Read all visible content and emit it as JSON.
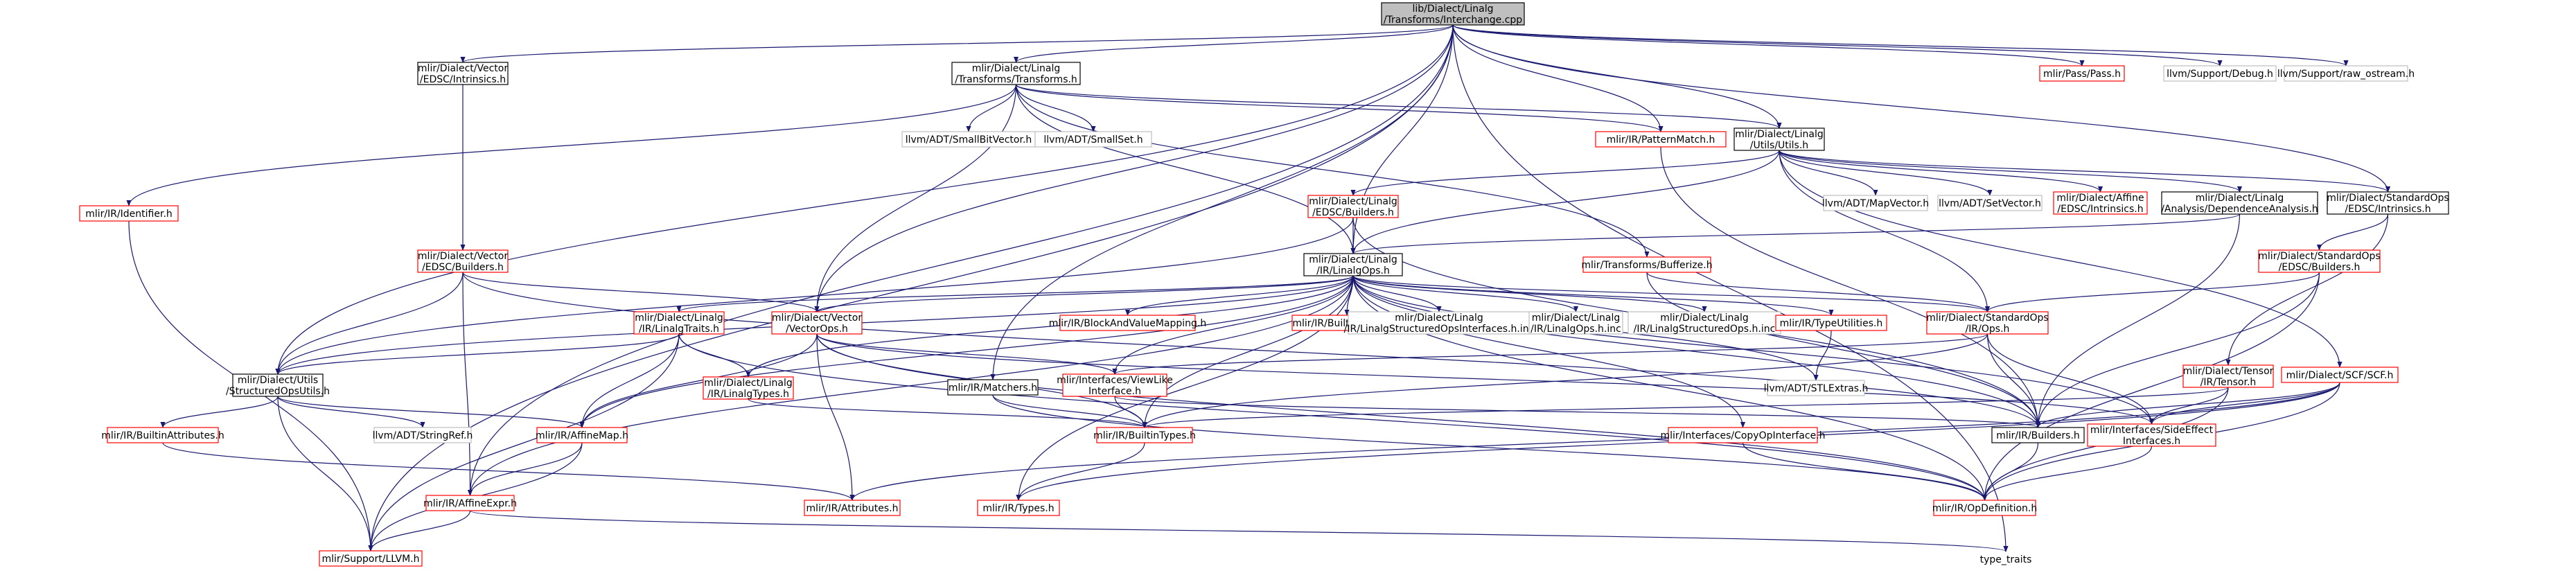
{
  "colors": {
    "edge": "#191970",
    "root_fill": "#bfbfbf",
    "border_black": "#000000",
    "border_red": "#ff0000",
    "border_grey": "#bfbfbf"
  },
  "nodes": [
    {
      "id": "root",
      "lines": [
        "lib/Dialect/Linalg",
        "/Transforms/Interchange.cpp"
      ],
      "style": "root"
    },
    {
      "id": "vec_edsc_intr",
      "lines": [
        "mlir/Dialect/Vector",
        "/EDSC/Intrinsics.h"
      ],
      "style": "black"
    },
    {
      "id": "transforms",
      "lines": [
        "mlir/Dialect/Linalg",
        "/Transforms/Transforms.h"
      ],
      "style": "black"
    },
    {
      "id": "pass",
      "lines": [
        "mlir/Pass/Pass.h"
      ],
      "style": "red"
    },
    {
      "id": "debug",
      "lines": [
        "llvm/Support/Debug.h"
      ],
      "style": "grey"
    },
    {
      "id": "raw_ostream",
      "lines": [
        "llvm/Support/raw_ostream.h"
      ],
      "style": "grey"
    },
    {
      "id": "patternmatch",
      "lines": [
        "mlir/IR/PatternMatch.h"
      ],
      "style": "red"
    },
    {
      "id": "smallbitvector",
      "lines": [
        "llvm/ADT/SmallBitVector.h"
      ],
      "style": "grey"
    },
    {
      "id": "smallset",
      "lines": [
        "llvm/ADT/SmallSet.h"
      ],
      "style": "grey"
    },
    {
      "id": "linalg_utils",
      "lines": [
        "mlir/Dialect/Linalg",
        "/Utils/Utils.h"
      ],
      "style": "black"
    },
    {
      "id": "identifier",
      "lines": [
        "mlir/IR/Identifier.h"
      ],
      "style": "red"
    },
    {
      "id": "vec_edsc_builders",
      "lines": [
        "mlir/Dialect/Vector",
        "/EDSC/Builders.h"
      ],
      "style": "red"
    },
    {
      "id": "linalg_edsc_builders",
      "lines": [
        "mlir/Dialect/Linalg",
        "/EDSC/Builders.h"
      ],
      "style": "red"
    },
    {
      "id": "mapvector",
      "lines": [
        "llvm/ADT/MapVector.h"
      ],
      "style": "grey"
    },
    {
      "id": "setvector",
      "lines": [
        "llvm/ADT/SetVector.h"
      ],
      "style": "grey"
    },
    {
      "id": "affine_edsc_intr",
      "lines": [
        "mlir/Dialect/Affine",
        "/EDSC/Intrinsics.h"
      ],
      "style": "red"
    },
    {
      "id": "dependence",
      "lines": [
        "mlir/Dialect/Linalg",
        "/Analysis/DependenceAnalysis.h"
      ],
      "style": "black"
    },
    {
      "id": "std_edsc_intr",
      "lines": [
        "mlir/Dialect/StandardOps",
        "/EDSC/Intrinsics.h"
      ],
      "style": "black"
    },
    {
      "id": "linalgops",
      "lines": [
        "mlir/Dialect/Linalg",
        "/IR/LinalgOps.h"
      ],
      "style": "black"
    },
    {
      "id": "bufferize",
      "lines": [
        "mlir/Transforms/Bufferize.h"
      ],
      "style": "red"
    },
    {
      "id": "std_edsc_builders",
      "lines": [
        "mlir/Dialect/StandardOps",
        "/EDSC/Builders.h"
      ],
      "style": "red"
    },
    {
      "id": "linalgtraits",
      "lines": [
        "mlir/Dialect/Linalg",
        "/IR/LinalgTraits.h"
      ],
      "style": "red"
    },
    {
      "id": "vectorops",
      "lines": [
        "mlir/Dialect/Vector",
        "/VectorOps.h"
      ],
      "style": "red"
    },
    {
      "id": "blockandvalue",
      "lines": [
        "mlir/IR/BlockAndValueMapping.h"
      ],
      "style": "red"
    },
    {
      "id": "builtindialect",
      "lines": [
        "mlir/IR/BuiltinDialect.h"
      ],
      "style": "red"
    },
    {
      "id": "structuredopsinterfaces",
      "lines": [
        "mlir/Dialect/Linalg",
        "/IR/LinalgStructuredOpsInterfaces.h.inc"
      ],
      "style": "grey"
    },
    {
      "id": "linalgops_inc",
      "lines": [
        "mlir/Dialect/Linalg",
        "/IR/LinalgOps.h.inc"
      ],
      "style": "grey"
    },
    {
      "id": "structuredops_inc",
      "lines": [
        "mlir/Dialect/Linalg",
        "/IR/LinalgStructuredOps.h.inc"
      ],
      "style": "grey"
    },
    {
      "id": "typeutilities",
      "lines": [
        "mlir/IR/TypeUtilities.h"
      ],
      "style": "red"
    },
    {
      "id": "std_ops",
      "lines": [
        "mlir/Dialect/StandardOps",
        "/IR/Ops.h"
      ],
      "style": "red"
    },
    {
      "id": "tensor",
      "lines": [
        "mlir/Dialect/Tensor",
        "/IR/Tensor.h"
      ],
      "style": "red"
    },
    {
      "id": "scf",
      "lines": [
        "mlir/Dialect/SCF/SCF.h"
      ],
      "style": "red"
    },
    {
      "id": "structuredopsutils",
      "lines": [
        "mlir/Dialect/Utils",
        "/StructuredOpsUtils.h"
      ],
      "style": "black"
    },
    {
      "id": "linalgtypes",
      "lines": [
        "mlir/Dialect/Linalg",
        "/IR/LinalgTypes.h"
      ],
      "style": "red"
    },
    {
      "id": "matchers",
      "lines": [
        "mlir/IR/Matchers.h"
      ],
      "style": "black"
    },
    {
      "id": "viewlike",
      "lines": [
        "mlir/Interfaces/ViewLike",
        "Interface.h"
      ],
      "style": "red"
    },
    {
      "id": "stlextras",
      "lines": [
        "llvm/ADT/STLExtras.h"
      ],
      "style": "grey"
    },
    {
      "id": "builtinattributes",
      "lines": [
        "mlir/IR/BuiltinAttributes.h"
      ],
      "style": "red"
    },
    {
      "id": "stringref",
      "lines": [
        "llvm/ADT/StringRef.h"
      ],
      "style": "grey"
    },
    {
      "id": "affinemap",
      "lines": [
        "mlir/IR/AffineMap.h"
      ],
      "style": "red"
    },
    {
      "id": "builtintypes",
      "lines": [
        "mlir/IR/BuiltinTypes.h"
      ],
      "style": "red"
    },
    {
      "id": "copyop",
      "lines": [
        "mlir/Interfaces/CopyOpInterface.h"
      ],
      "style": "red"
    },
    {
      "id": "builders",
      "lines": [
        "mlir/IR/Builders.h"
      ],
      "style": "black"
    },
    {
      "id": "sideeffect",
      "lines": [
        "mlir/Interfaces/SideEffect",
        "Interfaces.h"
      ],
      "style": "red"
    },
    {
      "id": "affineexpr",
      "lines": [
        "mlir/IR/AffineExpr.h"
      ],
      "style": "red"
    },
    {
      "id": "attributes",
      "lines": [
        "mlir/IR/Attributes.h"
      ],
      "style": "red"
    },
    {
      "id": "types",
      "lines": [
        "mlir/IR/Types.h"
      ],
      "style": "red"
    },
    {
      "id": "opdefinition",
      "lines": [
        "mlir/IR/OpDefinition.h"
      ],
      "style": "red"
    },
    {
      "id": "llvm_h",
      "lines": [
        "mlir/Support/LLVM.h"
      ],
      "style": "red"
    },
    {
      "id": "type_traits",
      "lines": [
        "type_traits"
      ],
      "style": "none"
    }
  ],
  "edges": [
    [
      "root",
      "vec_edsc_intr"
    ],
    [
      "root",
      "transforms"
    ],
    [
      "root",
      "pass"
    ],
    [
      "root",
      "debug"
    ],
    [
      "root",
      "raw_ostream"
    ],
    [
      "root",
      "patternmatch"
    ],
    [
      "root",
      "linalg_utils"
    ],
    [
      "root",
      "linalgops"
    ],
    [
      "root",
      "structuredopsutils"
    ],
    [
      "root",
      "matchers"
    ],
    [
      "root",
      "affineexpr"
    ],
    [
      "root",
      "llvm_h"
    ],
    [
      "root",
      "vectorops"
    ],
    [
      "root",
      "std_edsc_intr"
    ],
    [
      "root",
      "type_traits"
    ],
    [
      "vec_edsc_intr",
      "vec_edsc_builders"
    ],
    [
      "transforms",
      "smallbitvector"
    ],
    [
      "transforms",
      "smallset"
    ],
    [
      "transforms",
      "identifier"
    ],
    [
      "transforms",
      "linalg_utils"
    ],
    [
      "transforms",
      "patternmatch"
    ],
    [
      "transforms",
      "linalgops"
    ],
    [
      "transforms",
      "bufferize"
    ],
    [
      "transforms",
      "vectorops"
    ],
    [
      "linalg_utils",
      "linalg_edsc_builders"
    ],
    [
      "linalg_utils",
      "mapvector"
    ],
    [
      "linalg_utils",
      "setvector"
    ],
    [
      "linalg_utils",
      "affine_edsc_intr"
    ],
    [
      "linalg_utils",
      "dependence"
    ],
    [
      "linalg_utils",
      "std_edsc_intr"
    ],
    [
      "linalg_utils",
      "linalgops"
    ],
    [
      "linalg_utils",
      "scf"
    ],
    [
      "linalg_utils",
      "std_ops"
    ],
    [
      "patternmatch",
      "builders"
    ],
    [
      "identifier",
      "llvm_h"
    ],
    [
      "vec_edsc_builders",
      "structuredopsutils"
    ],
    [
      "vec_edsc_builders",
      "vectorops"
    ],
    [
      "vec_edsc_builders",
      "affineexpr"
    ],
    [
      "vec_edsc_builders",
      "builders"
    ],
    [
      "linalg_edsc_builders",
      "linalgops"
    ],
    [
      "linalg_edsc_builders",
      "structuredopsutils"
    ],
    [
      "linalg_edsc_builders",
      "builders"
    ],
    [
      "dependence",
      "linalgops"
    ],
    [
      "dependence",
      "builders"
    ],
    [
      "std_edsc_intr",
      "std_edsc_builders"
    ],
    [
      "std_edsc_intr",
      "tensor"
    ],
    [
      "std_edsc_builders",
      "std_ops"
    ],
    [
      "std_edsc_builders",
      "builders"
    ],
    [
      "std_edsc_builders",
      "opdefinition"
    ],
    [
      "bufferize",
      "std_ops"
    ],
    [
      "bufferize",
      "builders"
    ],
    [
      "linalgops",
      "linalgtraits"
    ],
    [
      "linalgops",
      "vectorops"
    ],
    [
      "linalgops",
      "blockandvalue"
    ],
    [
      "linalgops",
      "builtindialect"
    ],
    [
      "linalgops",
      "structuredopsinterfaces"
    ],
    [
      "linalgops",
      "linalgops_inc"
    ],
    [
      "linalgops",
      "structuredops_inc"
    ],
    [
      "linalgops",
      "typeutilities"
    ],
    [
      "linalgops",
      "std_ops"
    ],
    [
      "linalgops",
      "structuredopsutils"
    ],
    [
      "linalgops",
      "linalgtypes"
    ],
    [
      "linalgops",
      "viewlike"
    ],
    [
      "linalgops",
      "stlextras"
    ],
    [
      "linalgops",
      "affinemap"
    ],
    [
      "linalgops",
      "builtintypes"
    ],
    [
      "linalgops",
      "copyop"
    ],
    [
      "linalgops",
      "builders"
    ],
    [
      "linalgops",
      "affineexpr"
    ],
    [
      "linalgops",
      "opdefinition"
    ],
    [
      "linalgops",
      "types"
    ],
    [
      "linalgops",
      "sideeffect"
    ],
    [
      "linalgtraits",
      "structuredopsutils"
    ],
    [
      "linalgtraits",
      "linalgtypes"
    ],
    [
      "linalgtraits",
      "affinemap"
    ],
    [
      "linalgtraits",
      "opdefinition"
    ],
    [
      "linalgtraits",
      "llvm_h"
    ],
    [
      "vectorops",
      "affinemap"
    ],
    [
      "vectorops",
      "viewlike"
    ],
    [
      "vectorops",
      "builtintypes"
    ],
    [
      "vectorops",
      "attributes"
    ],
    [
      "vectorops",
      "opdefinition"
    ],
    [
      "vectorops",
      "sideeffect"
    ],
    [
      "typeutilities",
      "stlextras"
    ],
    [
      "std_ops",
      "viewlike"
    ],
    [
      "std_ops",
      "builtintypes"
    ],
    [
      "std_ops",
      "builders"
    ],
    [
      "std_ops",
      "sideeffect"
    ],
    [
      "tensor",
      "builtintypes"
    ],
    [
      "tensor",
      "sideeffect"
    ],
    [
      "tensor",
      "opdefinition"
    ],
    [
      "scf",
      "builders"
    ],
    [
      "scf",
      "sideeffect"
    ],
    [
      "scf",
      "opdefinition"
    ],
    [
      "scf",
      "attributes"
    ],
    [
      "scf",
      "types"
    ],
    [
      "structuredopsutils",
      "builtinattributes"
    ],
    [
      "structuredopsutils",
      "stringref"
    ],
    [
      "structuredopsutils",
      "affinemap"
    ],
    [
      "structuredopsutils",
      "llvm_h"
    ],
    [
      "linalgtypes",
      "builtintypes"
    ],
    [
      "matchers",
      "builtintypes"
    ],
    [
      "matchers",
      "opdefinition"
    ],
    [
      "viewlike",
      "builtintypes"
    ],
    [
      "viewlike",
      "builders"
    ],
    [
      "builtinattributes",
      "attributes"
    ],
    [
      "affinemap",
      "affineexpr"
    ],
    [
      "affinemap",
      "llvm_h"
    ],
    [
      "builtintypes",
      "types"
    ],
    [
      "copyop",
      "opdefinition"
    ],
    [
      "builders",
      "opdefinition"
    ],
    [
      "sideeffect",
      "opdefinition"
    ],
    [
      "affineexpr",
      "llvm_h"
    ],
    [
      "affineexpr",
      "type_traits"
    ]
  ]
}
